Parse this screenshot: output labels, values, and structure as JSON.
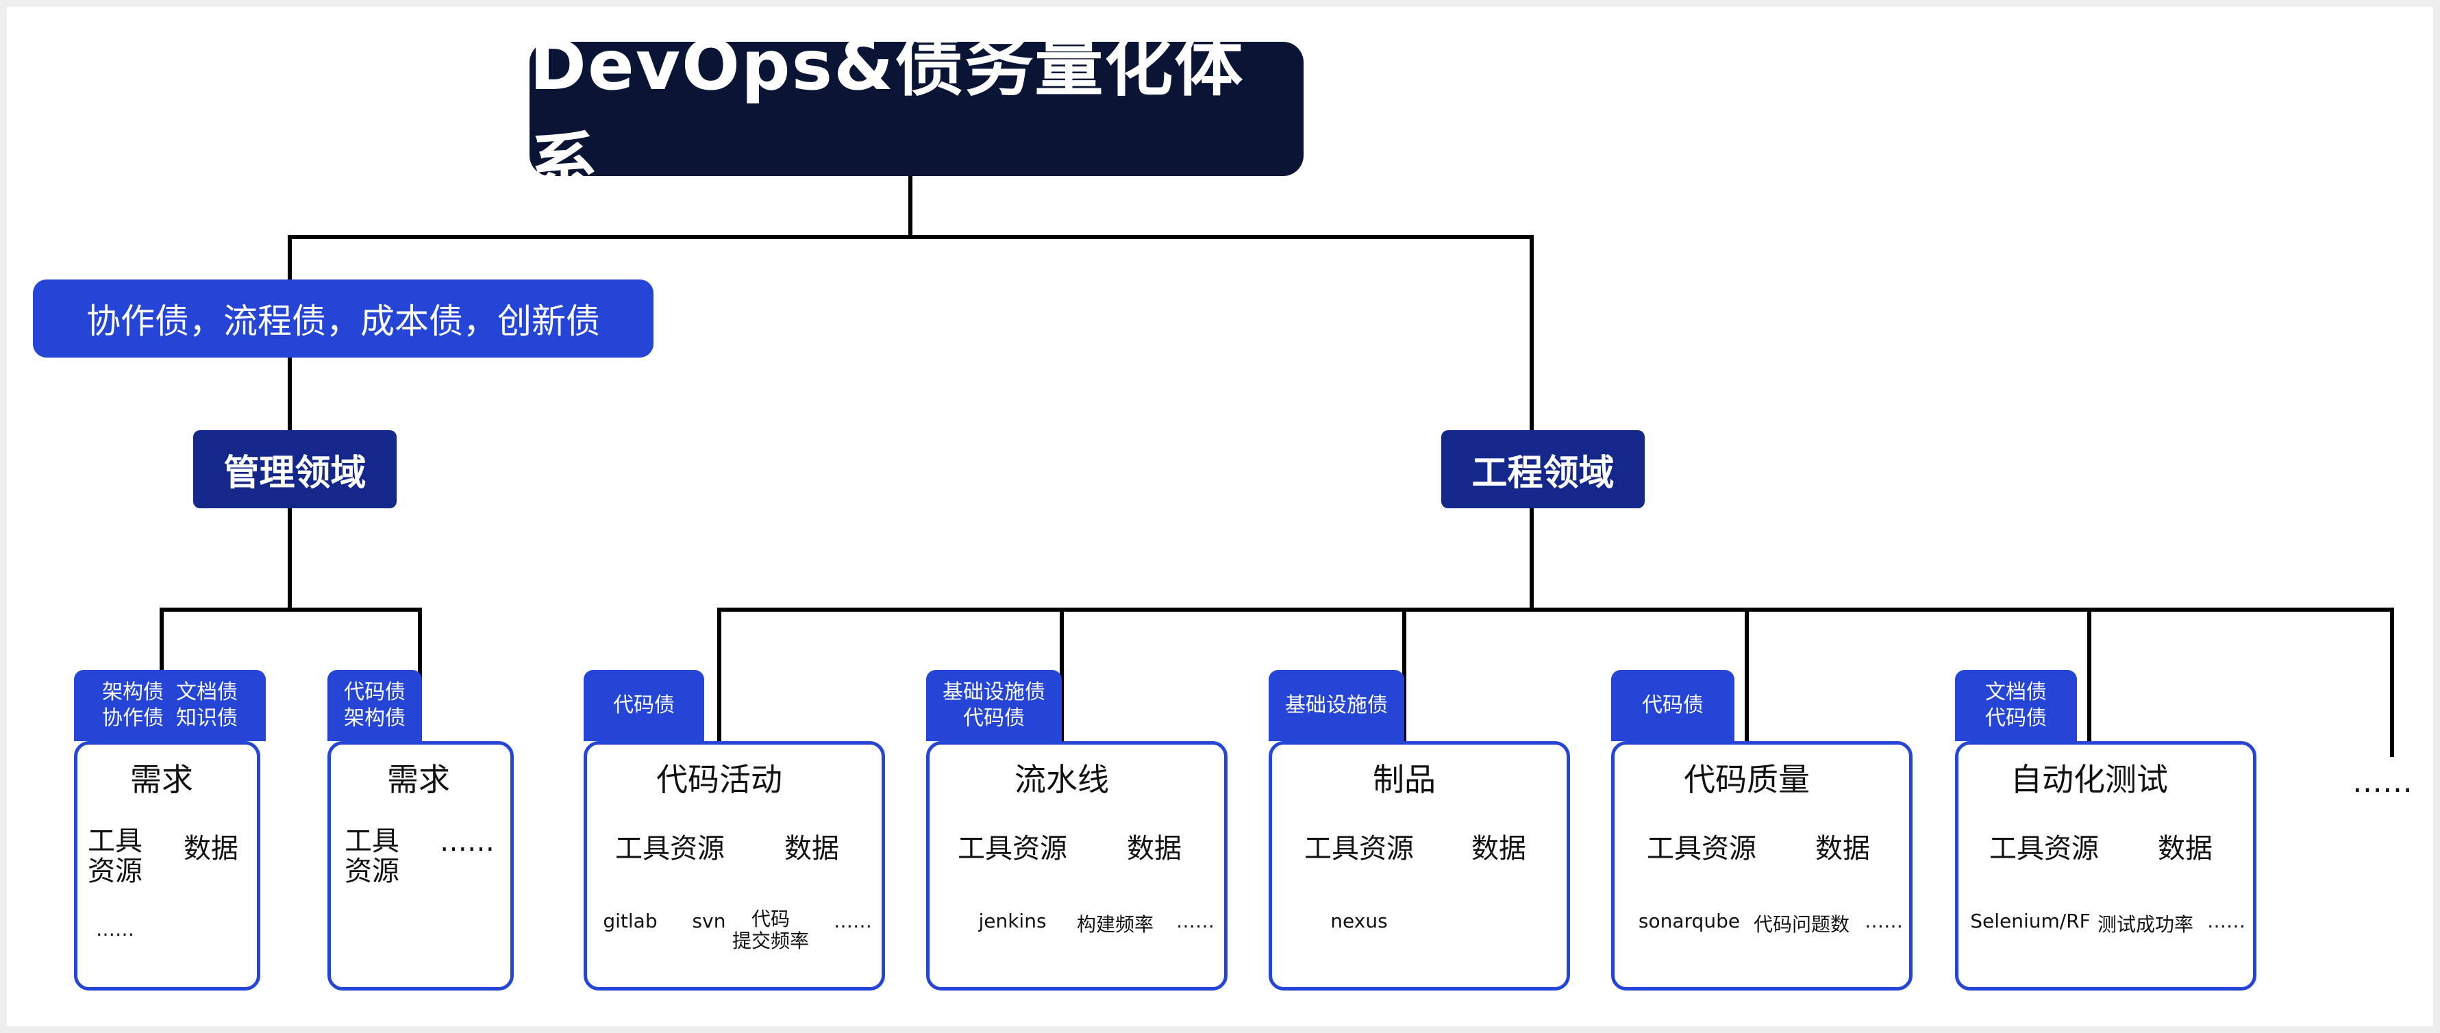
{
  "title": "DevOps&债务量化体系",
  "debt_banner": "协作债，流程债，成本债，创新债",
  "domains": {
    "management": "管理领域",
    "engineering": "工程领域"
  },
  "ellipsis": "……",
  "cards": [
    {
      "tag_rows": [
        [
          "架构债",
          "文档债"
        ],
        [
          "协作债",
          "知识债"
        ]
      ],
      "title": "需求",
      "tools_lines": [
        "工具",
        "资源"
      ],
      "data_label": "数据",
      "leaf_below": "……"
    },
    {
      "tag_rows": [
        [
          "代码债"
        ],
        [
          "架构债"
        ]
      ],
      "title": "需求",
      "tools_lines": [
        "工具",
        "资源"
      ],
      "right_label": "……"
    },
    {
      "tag_rows": [
        [
          "代码债"
        ]
      ],
      "title": "代码活动",
      "tools_label": "工具资源",
      "data_label": "数据",
      "tool_leaves": [
        "gitlab",
        "svn"
      ],
      "data_leaf_lines": [
        "代码",
        "提交频率"
      ],
      "data_more": "……"
    },
    {
      "tag_rows": [
        [
          "基础设施债"
        ],
        [
          "代码债"
        ]
      ],
      "title": "流水线",
      "tools_label": "工具资源",
      "data_label": "数据",
      "tool_leaf": "jenkins",
      "data_leaf": "构建频率",
      "data_more": "……"
    },
    {
      "tag_rows": [
        [
          "基础设施债"
        ]
      ],
      "title": "制品",
      "tools_label": "工具资源",
      "data_label": "数据",
      "tool_leaf": "nexus"
    },
    {
      "tag_rows": [
        [
          "代码债"
        ]
      ],
      "title": "代码质量",
      "tools_label": "工具资源",
      "data_label": "数据",
      "tool_leaf": "sonarqube",
      "data_leaf": "代码问题数",
      "data_more": "……"
    },
    {
      "tag_rows": [
        [
          "文档债"
        ],
        [
          "代码债"
        ]
      ],
      "title": "自动化测试",
      "tools_label": "工具资源",
      "data_label": "数据",
      "tool_leaf": "Selenium/RF",
      "data_leaf": "测试成功率",
      "data_more": "……"
    }
  ]
}
